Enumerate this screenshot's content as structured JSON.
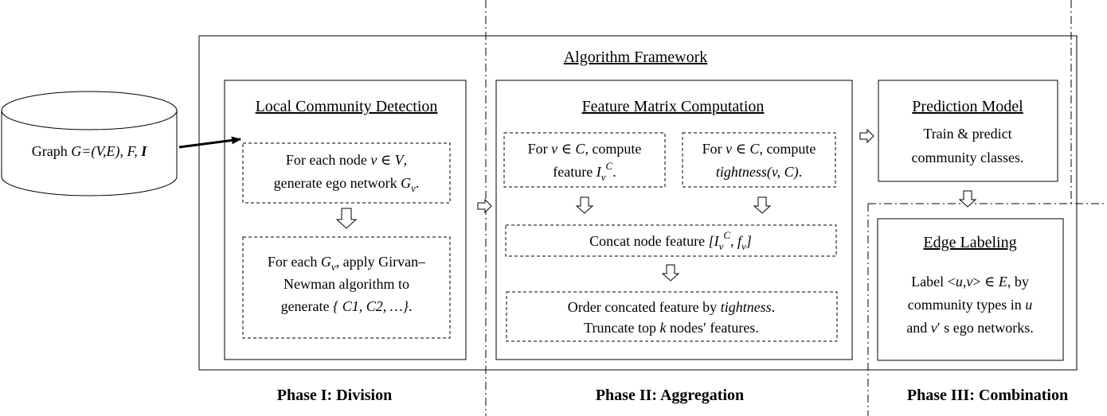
{
  "framework_title": "Algorithm Framework",
  "input_graph": {
    "prefix": "Graph ",
    "math": "G=(V,E), F, ",
    "bold": "I"
  },
  "phase1": {
    "title": "Local Community Detection",
    "box1": {
      "l1a": "For each node ",
      "l1v": "v",
      "l1b": " ∈ ",
      "l1V": "V",
      "l1c": ",",
      "l2a": "generate ego network ",
      "l2G": "G",
      "l2sub": "v",
      "l2c": "."
    },
    "box2": {
      "l1a": "For each ",
      "l1G": "G",
      "l1sub": "v",
      "l1b": ", apply Girvan–",
      "l2": "Newman algorithm to",
      "l3a": "generate  ",
      "l3m": "{ C1, C2, …}",
      "l3b": "."
    },
    "label": "Phase I: Division"
  },
  "phase2": {
    "title": "Feature Matrix Computation",
    "left_box": {
      "l1a": "For ",
      "l1v": "v",
      "l1b": " ∈ ",
      "l1C": "C",
      "l1c": ", compute",
      "l2a": "feature ",
      "l2I": "I",
      "l2sub": "v",
      "l2sup": "C",
      "l2b": "."
    },
    "right_box": {
      "l1a": "For ",
      "l1v": "v",
      "l1b": " ∈ ",
      "l1C": "C",
      "l1c": ", compute",
      "l2": "tightness(v, C)",
      "l2b": "."
    },
    "concat_box": {
      "a": "Concat node feature ",
      "b": "[I",
      "sub": "v",
      "sup": "C",
      "c": ", f",
      "sub2": "v",
      "d": "]"
    },
    "order_box": {
      "l1a": "Order concated feature by ",
      "l1t": "tightness",
      "l1b": ".",
      "l2a": "Truncate top ",
      "l2k": "k",
      "l2b": " nodes′  features."
    },
    "label": "Phase II: Aggregation"
  },
  "phase3": {
    "pred_title": "Prediction Model",
    "pred_l1": "Train & predict",
    "pred_l2": "community classes.",
    "edge_title": "Edge Labeling",
    "edge": {
      "l1a": "Label <",
      "l1uv": "u,v",
      "l1b": "> ∈ ",
      "l1E": "E",
      "l1c": ", by",
      "l2a": "community types in ",
      "l2u": "u",
      "l3a": "and ",
      "l3v": "v",
      "l3b": "′  s ego networks."
    },
    "label": "Phase III: Combination"
  }
}
